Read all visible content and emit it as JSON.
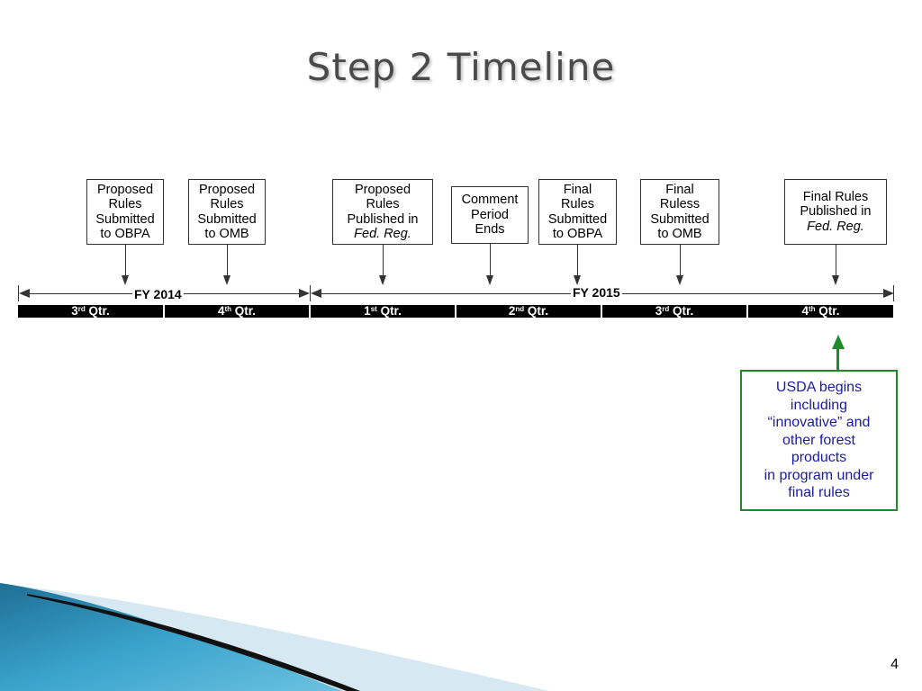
{
  "slide": {
    "title": "Step 2 Timeline",
    "page_number": "4"
  },
  "milestones": [
    {
      "lines": [
        "Proposed",
        "Rules",
        "Submitted",
        "to OBPA"
      ]
    },
    {
      "lines": [
        "Proposed",
        "Rules",
        "Submitted",
        "to OMB"
      ]
    },
    {
      "lines": [
        "Proposed",
        "Rules",
        "Published in"
      ],
      "italic": "Fed. Reg."
    },
    {
      "lines": [
        "Comment",
        "Period",
        "Ends"
      ]
    },
    {
      "lines": [
        "Final",
        "Rules",
        "Submitted",
        "to OBPA"
      ]
    },
    {
      "lines": [
        "Final",
        "Ruless",
        "Submitted",
        "to OMB"
      ]
    },
    {
      "lines": [
        "Final Rules",
        "Published in"
      ],
      "italic": "Fed. Reg."
    }
  ],
  "fiscal_years": {
    "fy2014": "FY 2014",
    "fy2015": "FY 2015"
  },
  "quarters": [
    {
      "num": "3",
      "sup": "rd",
      "suffix": " Qtr."
    },
    {
      "num": "4",
      "sup": "th",
      "suffix": " Qtr."
    },
    {
      "num": "1",
      "sup": "st",
      "suffix": " Qtr."
    },
    {
      "num": "2",
      "sup": "nd",
      "suffix": " Qtr."
    },
    {
      "num": "3",
      "sup": "rd",
      "suffix": " Qtr."
    },
    {
      "num": "4",
      "sup": "th",
      "suffix": " Qtr."
    }
  ],
  "callout": {
    "lines": [
      "USDA  begins",
      "including",
      "“innovative” and",
      "other forest",
      "products",
      "in program under",
      "final rules"
    ],
    "border_color": "#1e8a2a",
    "text_color": "#1a1aaa"
  }
}
